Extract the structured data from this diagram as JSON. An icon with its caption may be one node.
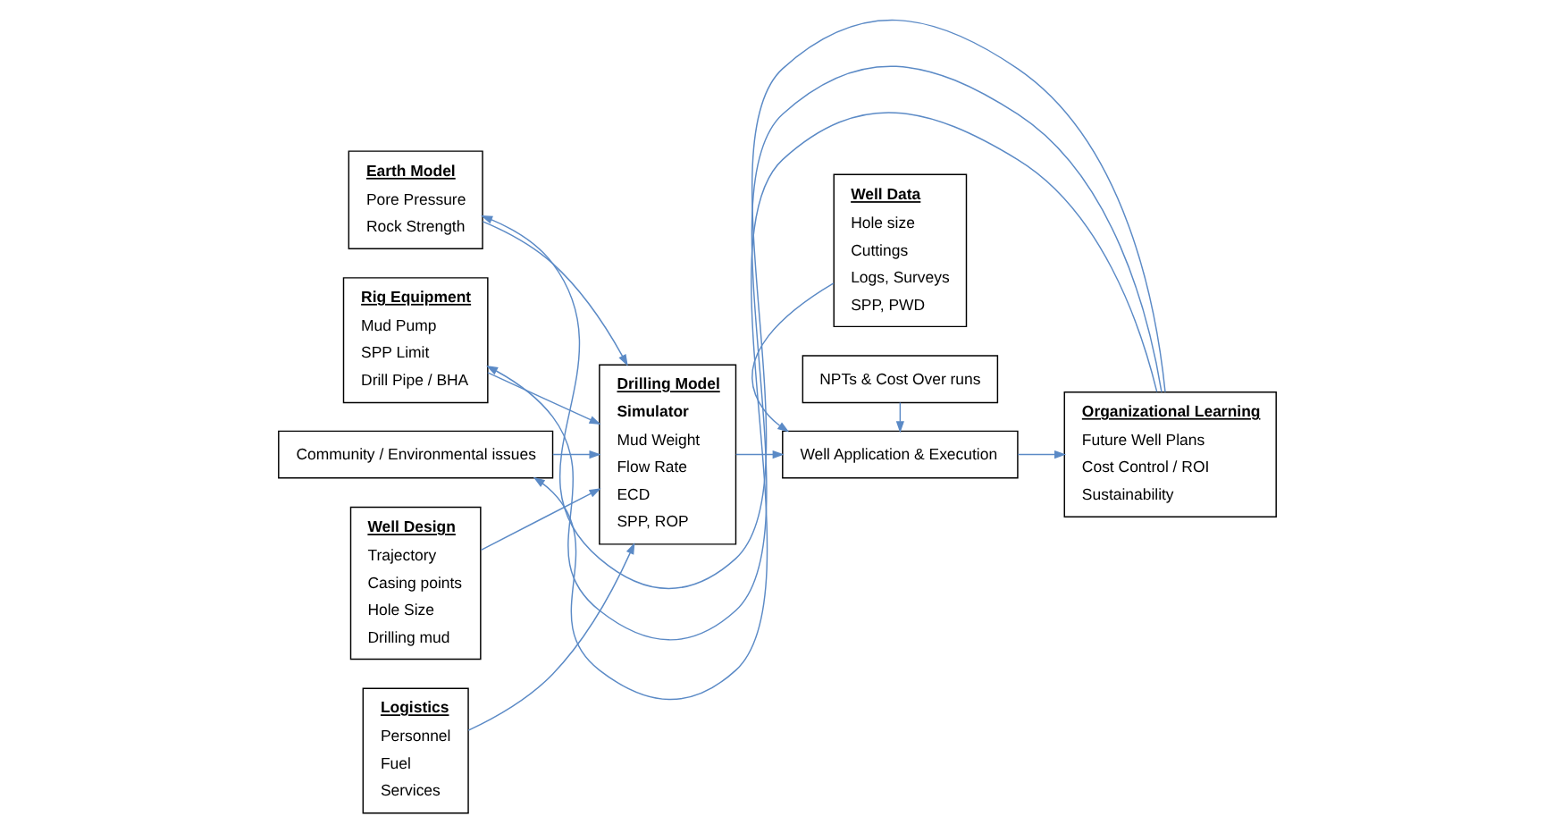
{
  "diagram": {
    "nodes": [
      {
        "text": [
          "Earth Model",
          "Pore Pressure",
          "Rock Strength"
        ]
      },
      {
        "text": [
          "Rig Equipment",
          "Mud Pump",
          "SPP Limit",
          "Drill Pipe / BHA"
        ]
      },
      {
        "text": [
          "Community / Environmental issues"
        ]
      },
      {
        "text": [
          "Well Design",
          "Trajectory",
          "Casing points",
          "Hole Size",
          "Drilling mud"
        ]
      },
      {
        "text": [
          "Logistics",
          "Personnel",
          "Fuel",
          "Services"
        ]
      },
      {
        "text": [
          "Drilling Model",
          "Simulator",
          "Mud Weight",
          "Flow Rate",
          "ECD",
          "SPP, ROP"
        ]
      },
      {
        "text": [
          "Well Data",
          "Hole size",
          "Cuttings",
          "Logs, Surveys",
          "SPP, PWD"
        ]
      },
      {
        "text": [
          "Well Application & Execution"
        ]
      },
      {
        "text": [
          "NPTs & Cost Over runs"
        ]
      },
      {
        "text": [
          "Organizational Learning",
          "Future Well Plans",
          "Cost Control / ROI",
          "Sustainability"
        ]
      }
    ],
    "edges": [
      {
        "from": 0,
        "to": 5,
        "arrow": "to"
      },
      {
        "from": 1,
        "to": 5,
        "arrow": "to"
      },
      {
        "from": 2,
        "to": 5,
        "arrow": "to"
      },
      {
        "from": 3,
        "to": 5,
        "arrow": "to"
      },
      {
        "from": 4,
        "to": 5,
        "arrow": "to"
      },
      {
        "from": 5,
        "to": 7,
        "arrow": "to"
      },
      {
        "from": 6,
        "to": 7,
        "arrow": "to"
      },
      {
        "from": 8,
        "to": 7,
        "arrow": "to"
      },
      {
        "from": 7,
        "to": 9,
        "arrow": "to"
      },
      {
        "from": 9,
        "to": 0,
        "arrow": "to"
      },
      {
        "from": 9,
        "to": 1,
        "arrow": "to"
      },
      {
        "from": 9,
        "to": 2,
        "arrow": "to"
      }
    ]
  }
}
